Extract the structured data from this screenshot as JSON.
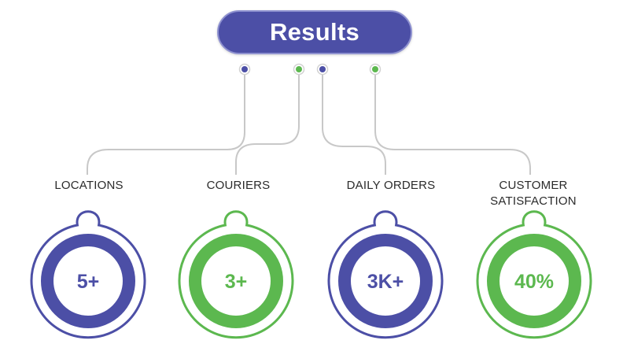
{
  "header": {
    "title": "Results"
  },
  "colors": {
    "primary": "#4c4fa6",
    "accent": "#5cb84f",
    "connector": "#c8c8c8",
    "text": "#2b2b2b"
  },
  "metrics": [
    {
      "label_lines": [
        "LOCATIONS"
      ],
      "value": "5+",
      "color": "#4c4fa6"
    },
    {
      "label_lines": [
        "COURIERS"
      ],
      "value": "3+",
      "color": "#5cb84f"
    },
    {
      "label_lines": [
        "DAILY ORDERS"
      ],
      "value": "3K+",
      "color": "#4c4fa6"
    },
    {
      "label_lines": [
        "CUSTOMER",
        "SATISFACTION"
      ],
      "value": "40%",
      "color": "#5cb84f"
    }
  ]
}
